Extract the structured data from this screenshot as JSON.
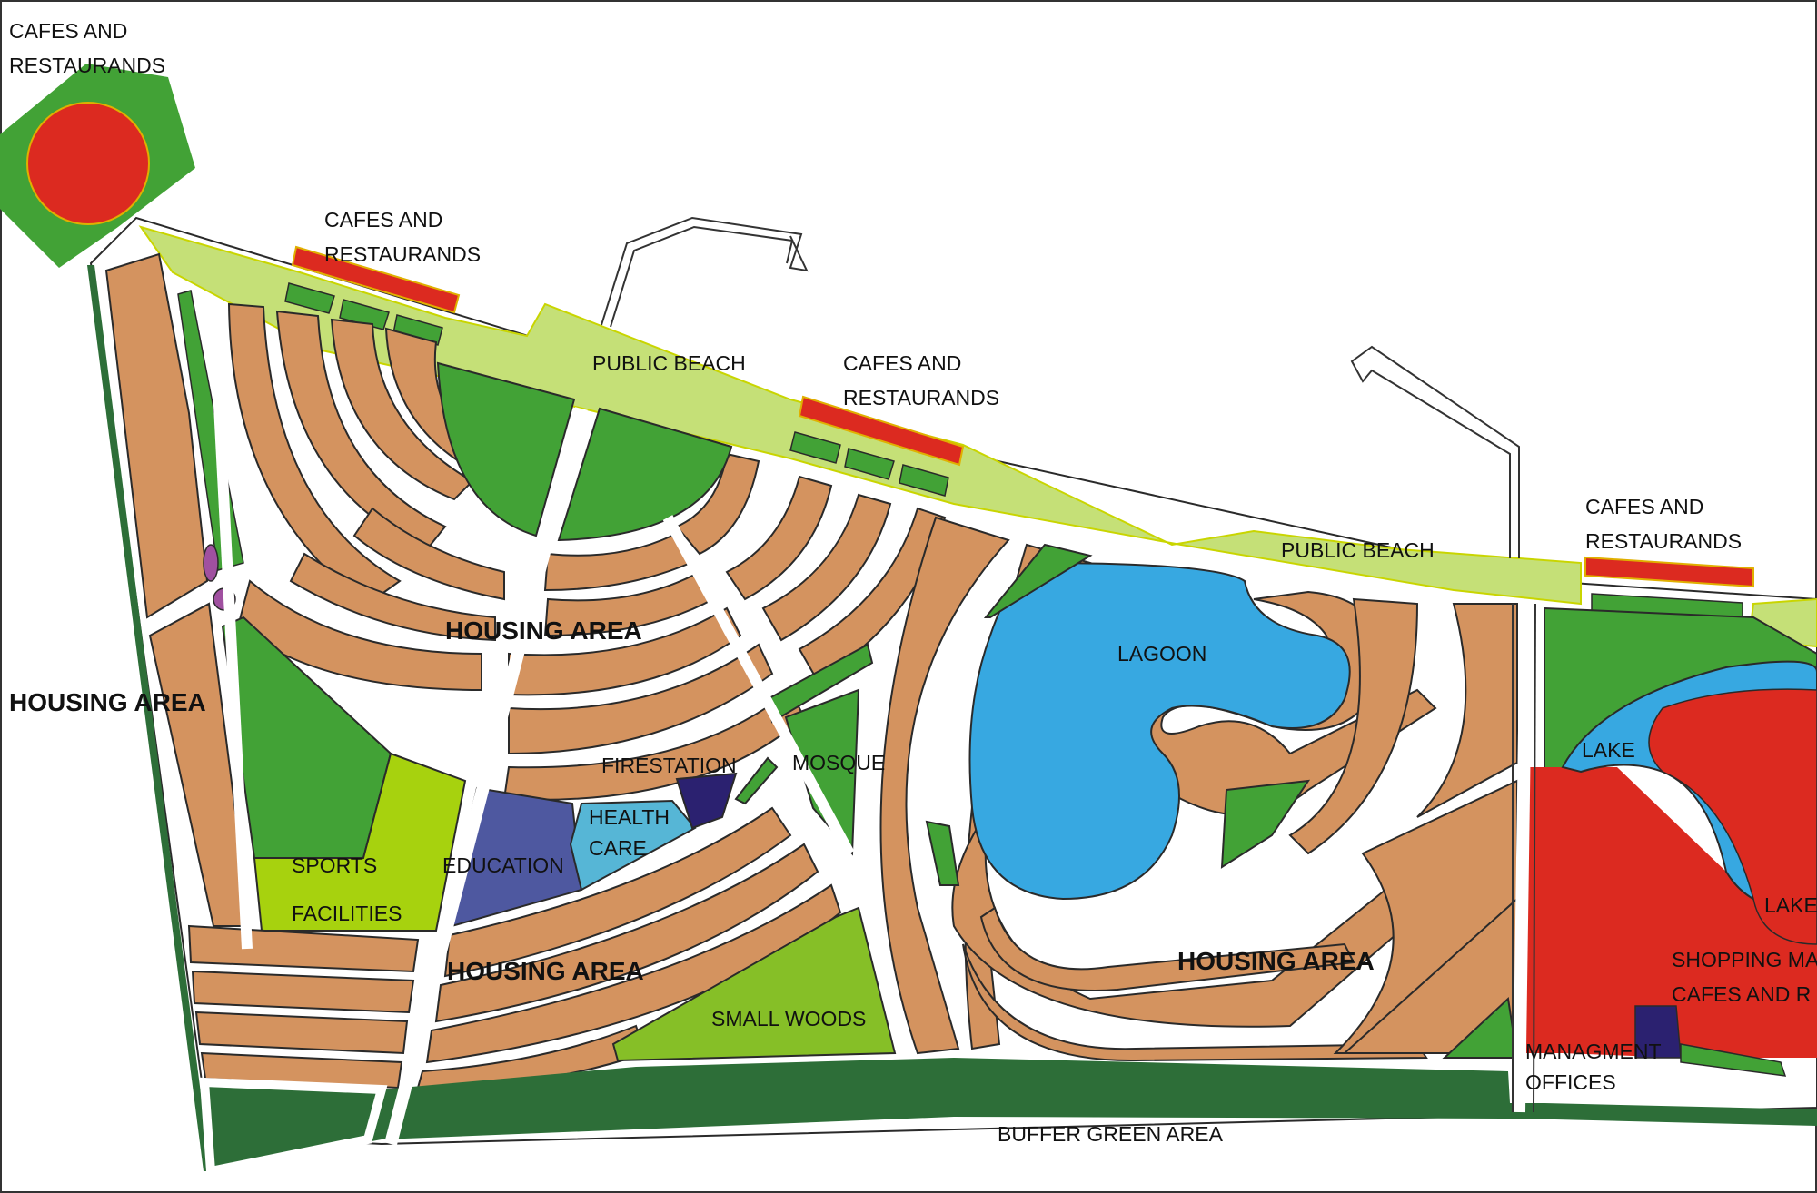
{
  "colors": {
    "housing": "#d4935f",
    "green_space": "#42a236",
    "public_beach": "#c5e077",
    "cafes_restaurants": "#dc2a20",
    "water": "#37a8e1",
    "buffer_green": "#2d6e38",
    "sports": "#a7d20e",
    "small_woods": "#86bf27",
    "education": "#4e58a0",
    "health_care": "#56b6d6",
    "firestation": "#2b2170",
    "management_offices": "#2b2170",
    "road": "#ffffff",
    "small_feature": "#a050a0"
  },
  "labels": {
    "cafes_nw": [
      "CAFES AND",
      "RESTAURANDS"
    ],
    "cafes_1": [
      "CAFES AND",
      "RESTAURANDS"
    ],
    "cafes_2": [
      "CAFES AND",
      "RESTAURANDS"
    ],
    "cafes_3": [
      "CAFES AND",
      "RESTAURANDS"
    ],
    "public_beach_1": "PUBLIC BEACH",
    "public_beach_2": "PUBLIC BEACH",
    "housing_west": "HOUSING AREA",
    "housing_center_north": "HOUSING AREA",
    "housing_center_south": "HOUSING AREA",
    "housing_east": "HOUSING AREA",
    "lagoon": "LAGOON",
    "firestation": "FIRESTATION",
    "mosque": "MOSQUE",
    "health_care": [
      "HEALTH",
      "CARE"
    ],
    "education": "EDUCATION",
    "sports": [
      "SPORTS",
      "FACILITIES"
    ],
    "small_woods": "SMALL WOODS",
    "lake_1": "LAKE",
    "lake_2": "LAKE",
    "shopping": [
      "SHOPPING MA",
      "CAFES AND R"
    ],
    "management": [
      "MANAGMENT",
      "OFFICES"
    ],
    "buffer_green": "BUFFER GREEN AREA"
  }
}
